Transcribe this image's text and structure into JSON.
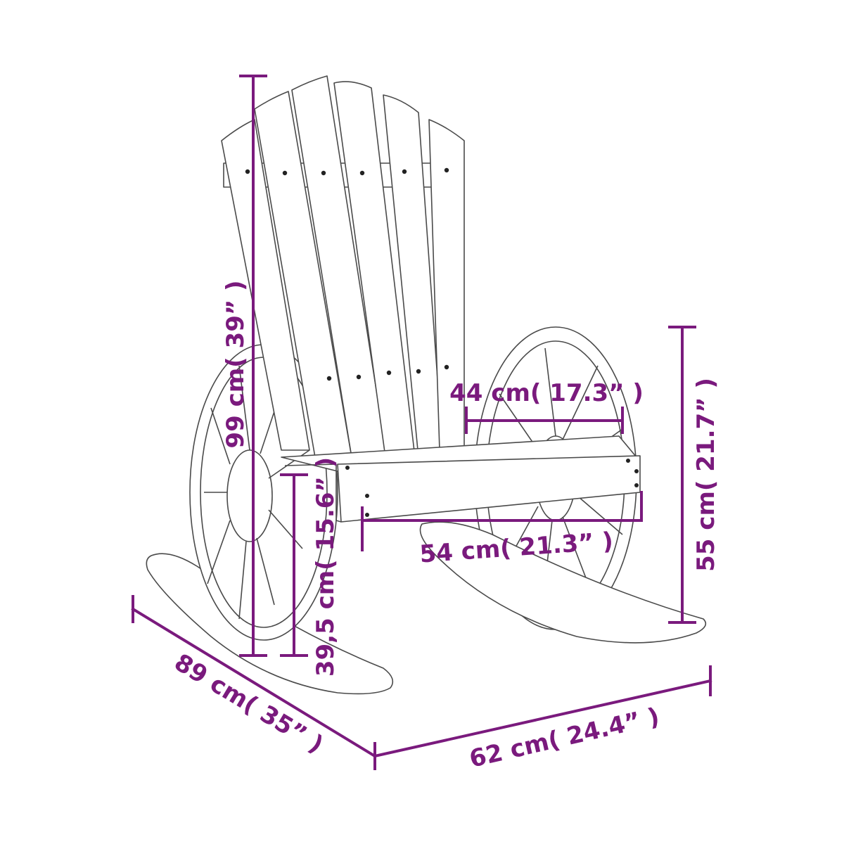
{
  "dimensions": {
    "height_total": "99 cm( 39” )",
    "seat_height": "39,5 cm( 15.6” )",
    "seat_depth": "44 cm( 17.3” )",
    "seat_width": "54 cm( 21.3” )",
    "armrest_height": "55 cm( 21.7” )",
    "depth_total": "89 cm( 35” )",
    "width_total": "62 cm( 24.4” )"
  },
  "colors": {
    "dimension": "#7a1a7d",
    "outline": "#4a4a4a",
    "background": "#ffffff"
  }
}
